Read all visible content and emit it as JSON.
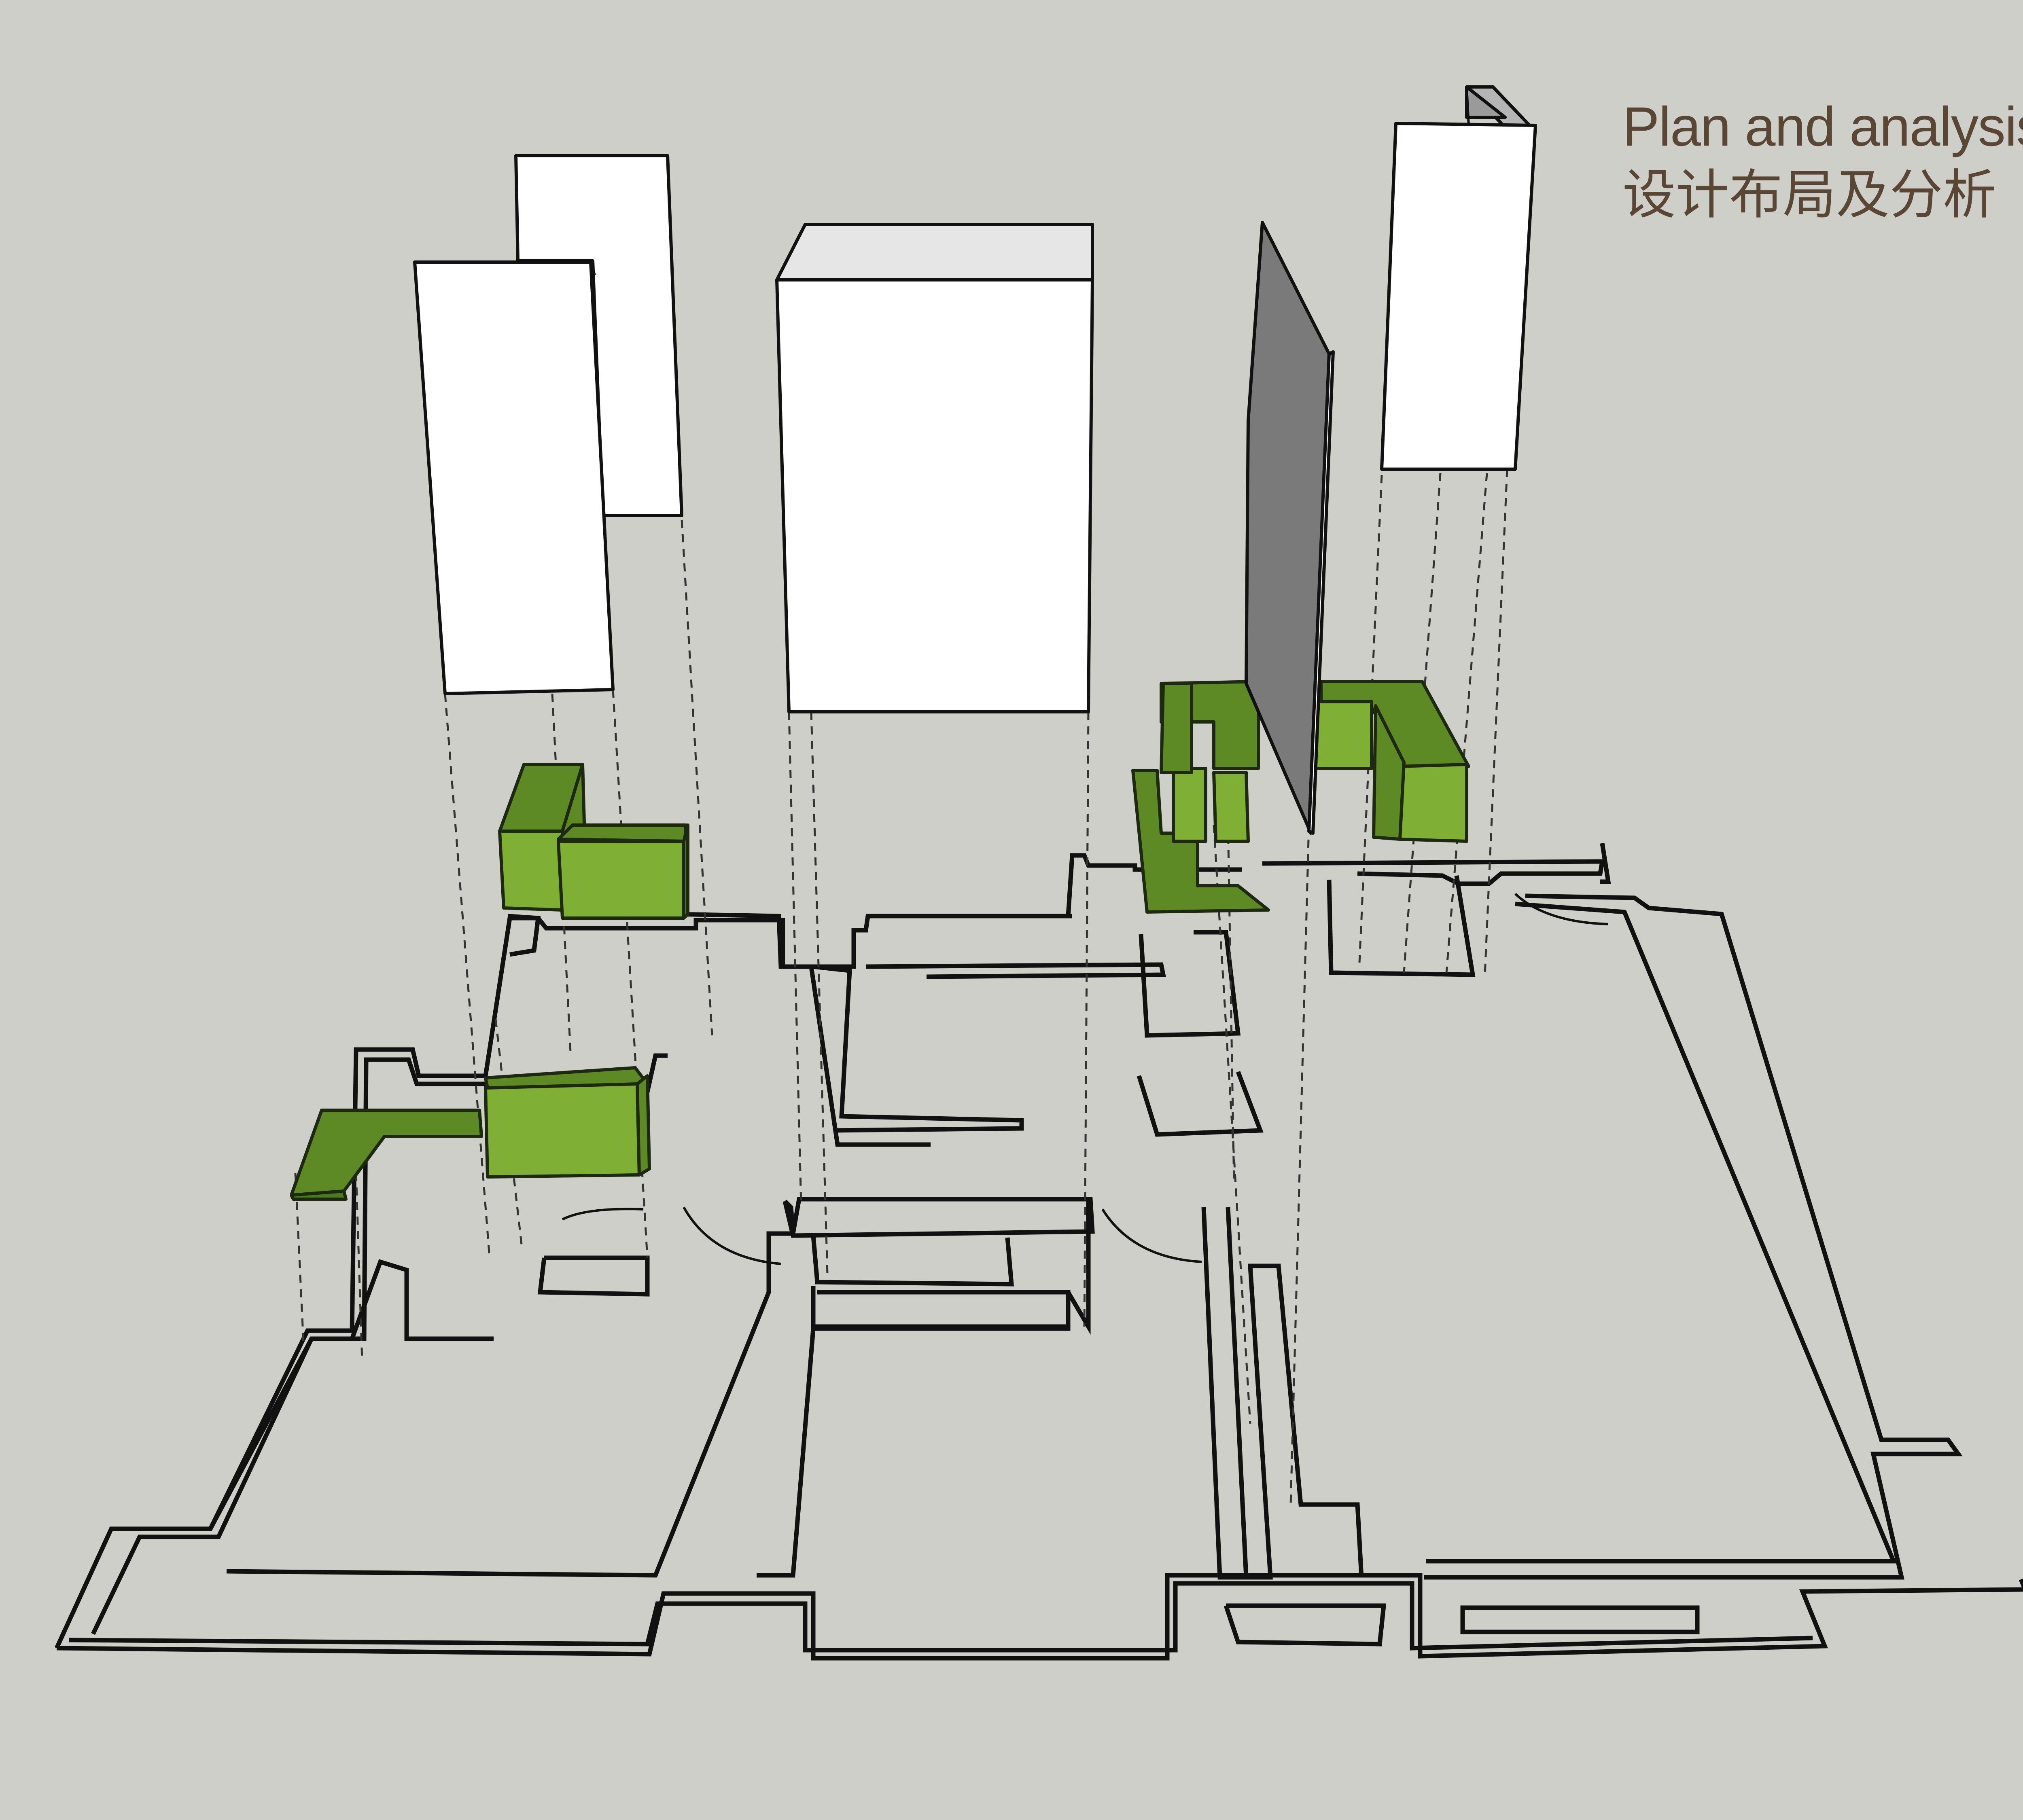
{
  "header": {
    "title": "Plan and analysis",
    "subtitle": "设计布局及分析"
  },
  "colors": {
    "background": "#cfcfca",
    "volume_white": "#ffffff",
    "volume_gray_face": "#7a7a7a",
    "volume_green_front": "#7fb035",
    "volume_green_top": "#5d8a25",
    "wall_line": "#111111",
    "title_text": "#5a4634"
  },
  "diagram": {
    "view": "exploded axonometric",
    "layers": [
      "tall white volumes",
      "green furniture volumes",
      "floor plan outline"
    ]
  }
}
